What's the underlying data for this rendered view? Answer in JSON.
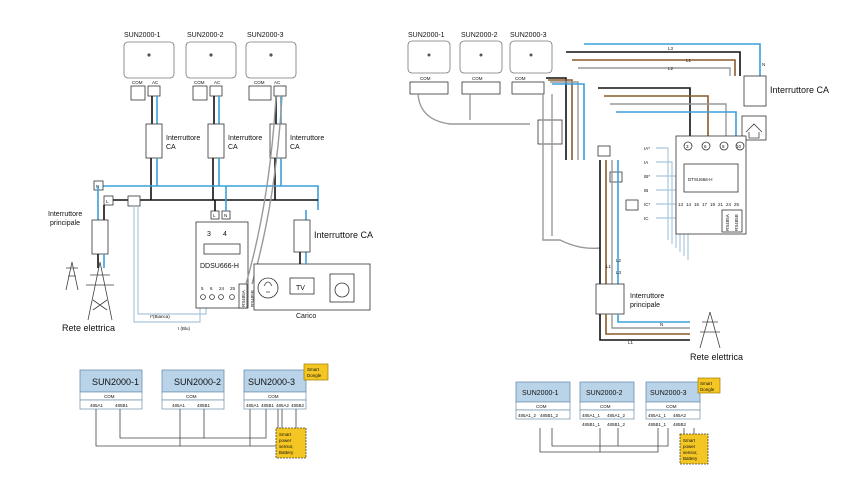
{
  "left": {
    "inverters": [
      "SUN2000-1",
      "SUN2000-2",
      "SUN2000-3"
    ],
    "port_com": "COM",
    "port_ac": "AC",
    "ac_switch_inverter": "Interruttore CA",
    "ac_switch_load": "Interruttore CA",
    "main_switch_line1": "Interruttore",
    "main_switch_line2": "principale",
    "meter_name": "DDSU666-H",
    "meter_top_terminals": [
      "3",
      "4"
    ],
    "meter_bottom_terminals": [
      "5",
      "6",
      "24",
      "25"
    ],
    "meter_rs485a": "RS485A",
    "meter_rs485b": "RS485B",
    "n_label": "N",
    "l_label": "L",
    "ct_wire_white": "I*(Bianca)",
    "ct_wire_blue": "I (Blu)",
    "grid_label": "Rete elettrica",
    "load_label": "Carico",
    "tv_label": "TV"
  },
  "left_bus": {
    "inverters": [
      "SUN2000-1",
      "SUN2000-2",
      "SUN2000-3"
    ],
    "com": "COM",
    "ports_1": [
      "485A1",
      "485B1"
    ],
    "ports_2": [
      "485A1",
      "485B1"
    ],
    "ports_3": [
      "485A1",
      "485B1",
      "485A2",
      "485B2"
    ],
    "dongle_line1": "Smart",
    "dongle_line2": "Dongle",
    "sensor_lines": [
      "Smart",
      "power",
      "sensor,",
      "Battery"
    ]
  },
  "right": {
    "inverters": [
      "SUN2000-1",
      "SUN2000-2",
      "SUN2000-3"
    ],
    "port_com": "COM",
    "ac_switch": "Interruttore CA",
    "main_switch_line1": "Interruttore",
    "main_switch_line2": "principale",
    "grid_label": "Rete elettrica",
    "meter_name": "DTSU666-H",
    "meter_top_terminals": [
      "3",
      "6",
      "9",
      "10"
    ],
    "meter_bottom_terminals": [
      "13",
      "14",
      "16",
      "17",
      "19",
      "21",
      "24",
      "25"
    ],
    "meter_rs485a": "RS485A",
    "meter_rs485b": "RS485B",
    "ct_labels": [
      "IA*",
      "IA",
      "IB*",
      "IB",
      "IC*",
      "IC"
    ],
    "line_labels": [
      "L1",
      "L2",
      "L3",
      "N"
    ]
  },
  "right_bus": {
    "inverters": [
      "SUN2000-1",
      "SUN2000-2",
      "SUN2000-3"
    ],
    "com": "COM",
    "ports_1": [
      "485A1_2",
      "485B1_2"
    ],
    "ports_2": [
      "485A1_1",
      "485A1_2",
      "485B1_1",
      "485B1_2"
    ],
    "ports_3": [
      "485A1_1",
      "485A2",
      "485B1_1",
      "485B2"
    ],
    "dongle_line1": "Smart",
    "dongle_line2": "Dongle",
    "sensor_lines": [
      "Smart",
      "power",
      "sensor,",
      "Battery"
    ]
  },
  "colors": {
    "neutral": "#3aa0d8",
    "line": "#111111",
    "line_brown": "#8b5a2b",
    "line_grey": "#999999",
    "inverter_block": "#b9d3e8",
    "dongle": "#f3c623"
  }
}
